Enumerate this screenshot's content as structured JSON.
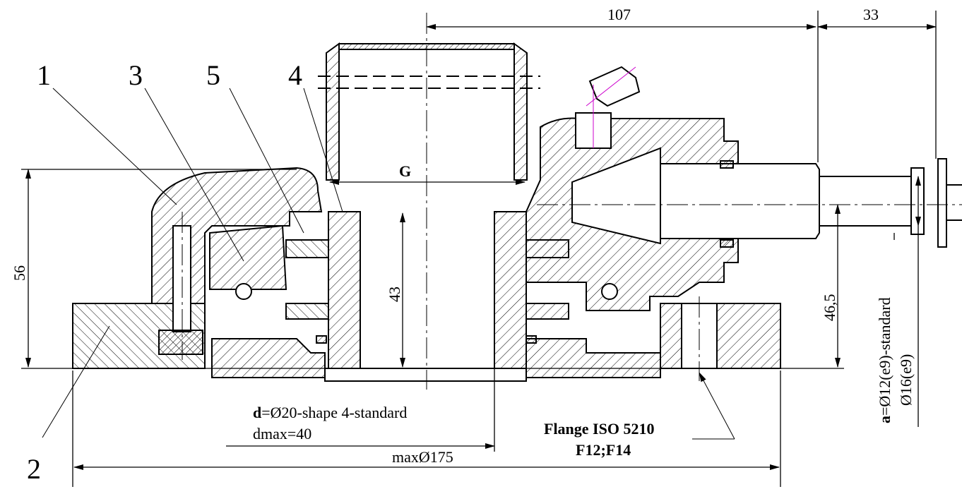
{
  "part_numbers": {
    "p1": "1",
    "p2": "2",
    "p3": "3",
    "p4": "4",
    "p5": "5"
  },
  "dimensions": {
    "top_length": "107",
    "top_right": "33",
    "bore_g": "G",
    "height_56": "56",
    "height_43": "43",
    "height_46_5": "46,5",
    "max_diameter": "maxØ175"
  },
  "notes": {
    "bore_d_prefix": "d",
    "bore_d_rest": "=Ø20-shape 4-standard",
    "dmax": "dmax=40",
    "flange_line1": "Flange ISO 5210",
    "flange_line2": "F12;F14",
    "shaft_a_prefix": "a",
    "shaft_a_rest": "=Ø12(e9)-standard",
    "shaft_d16": "Ø16(e9)"
  },
  "colors": {
    "line": "#000000",
    "accent": "#cc00cc"
  }
}
